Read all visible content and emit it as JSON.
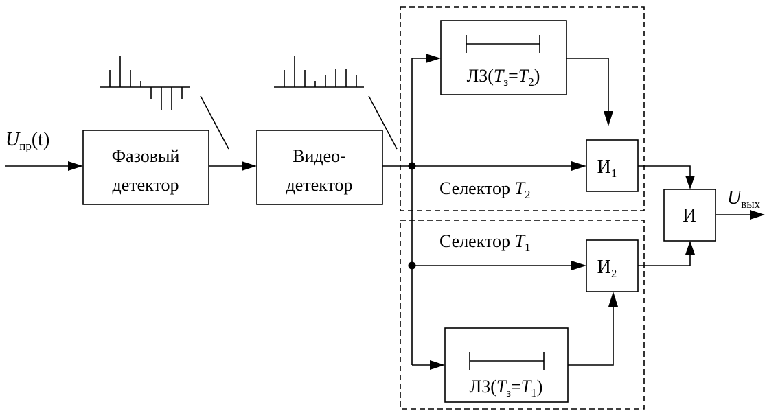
{
  "input": {
    "symbol": "U",
    "subscript": "пр",
    "argument": "(t)"
  },
  "output": {
    "symbol": "U",
    "subscript": "вых"
  },
  "blocks": {
    "phase_detector": {
      "line1": "Фазовый",
      "line2": "детектор"
    },
    "video_detector": {
      "line1": "Видео-",
      "line2": "детектор"
    },
    "delay_top": {
      "prefix": "ЛЗ(",
      "t3": "T",
      "t3_sub": "з",
      "eq": "=",
      "t2": "T",
      "t2_sub": "2",
      "suffix": ")"
    },
    "delay_bottom": {
      "prefix": "ЛЗ(",
      "t3": "T",
      "t3_sub": "з",
      "eq": "=",
      "t1": "T",
      "t1_sub": "1",
      "suffix": ")"
    },
    "and1": {
      "letter": "И",
      "sub": "1"
    },
    "and2": {
      "letter": "И",
      "sub": "2"
    },
    "and_final": {
      "letter": "И"
    }
  },
  "selectors": {
    "top": {
      "word": "Селектор",
      "sym": "T",
      "sub": "2"
    },
    "bottom": {
      "word": "Селектор",
      "sym": "T",
      "sub": "1"
    }
  }
}
